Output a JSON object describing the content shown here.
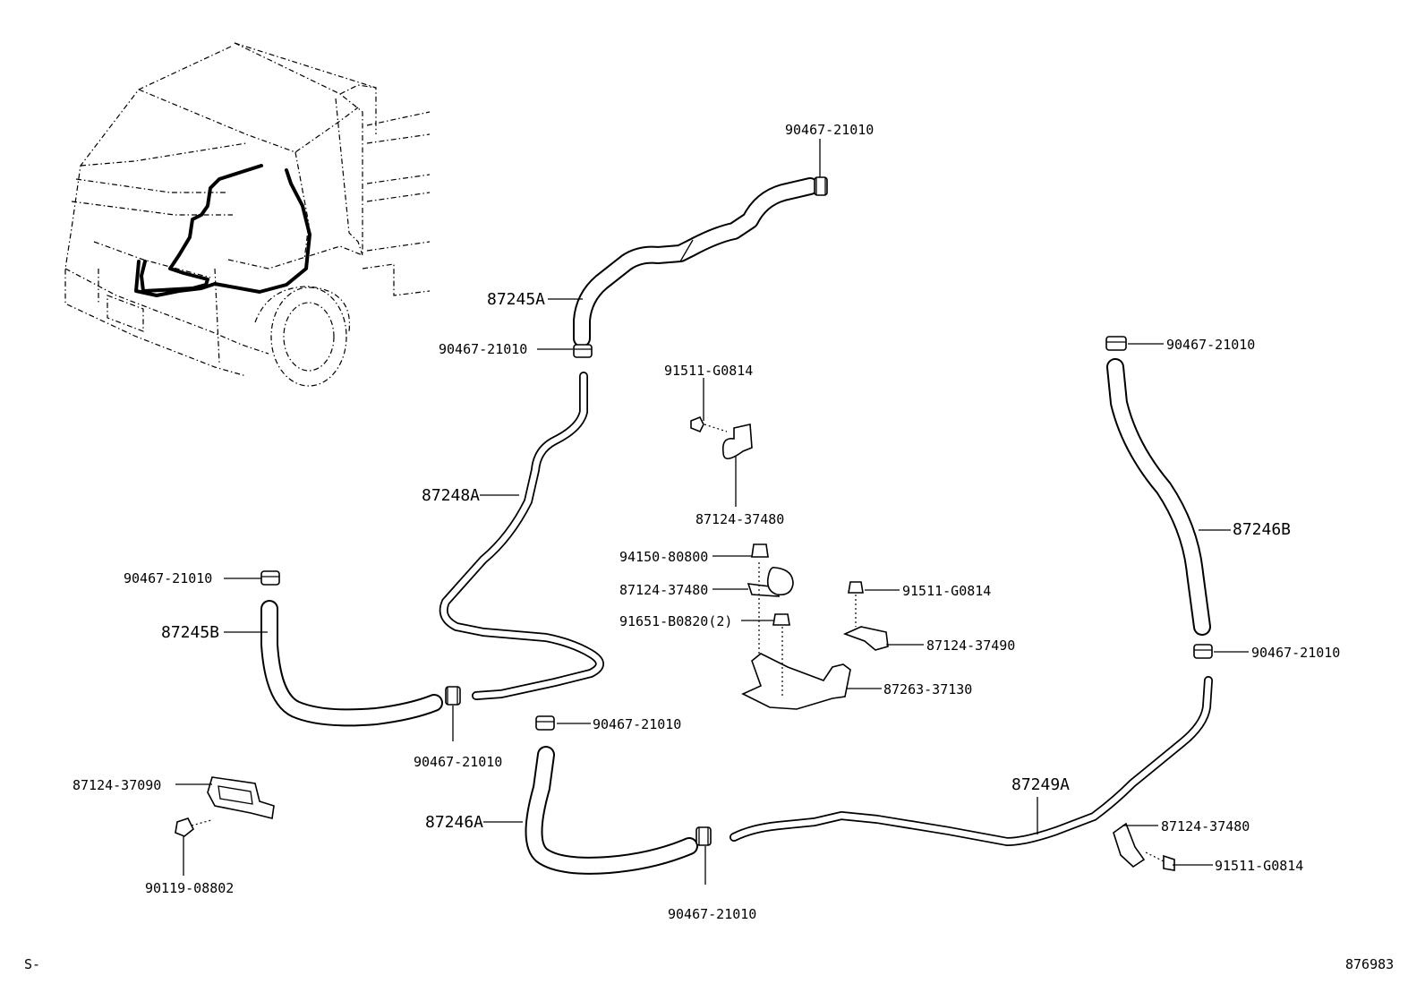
{
  "labels": {
    "clamp_a": "90467-21010",
    "hose_87245a": "87245A",
    "clamp_b": "90467-21010",
    "clamp_c": "90467-21010",
    "hose_87245b": "87245B",
    "hose_87248a": "87248A",
    "clamp_d": "90467-21010",
    "clamp_e": "90467-21010",
    "hose_87246a": "87246A",
    "clamp_f": "90467-21010",
    "hose_87249a": "87249A",
    "clamp_g": "90467-21010",
    "hose_87246b": "87246B",
    "clamp_h": "90467-21010",
    "bolt_a": "91511-G0814",
    "clamp_87124_a": "87124-37480",
    "nut_94150": "94150-80800",
    "clamp_87124_b": "87124-37480",
    "bolt_91651": "91651-B0820(2)",
    "bolt_b": "91511-G0814",
    "clamp_87124_37490": "87124-37490",
    "bracket_87263": "87263-37130",
    "clamp_87124_37090": "87124-37090",
    "bolt_90119": "90119-08802",
    "clamp_87124_c": "87124-37480",
    "bolt_c": "91511-G0814"
  },
  "footer": {
    "left": "S-",
    "right": "876983"
  }
}
